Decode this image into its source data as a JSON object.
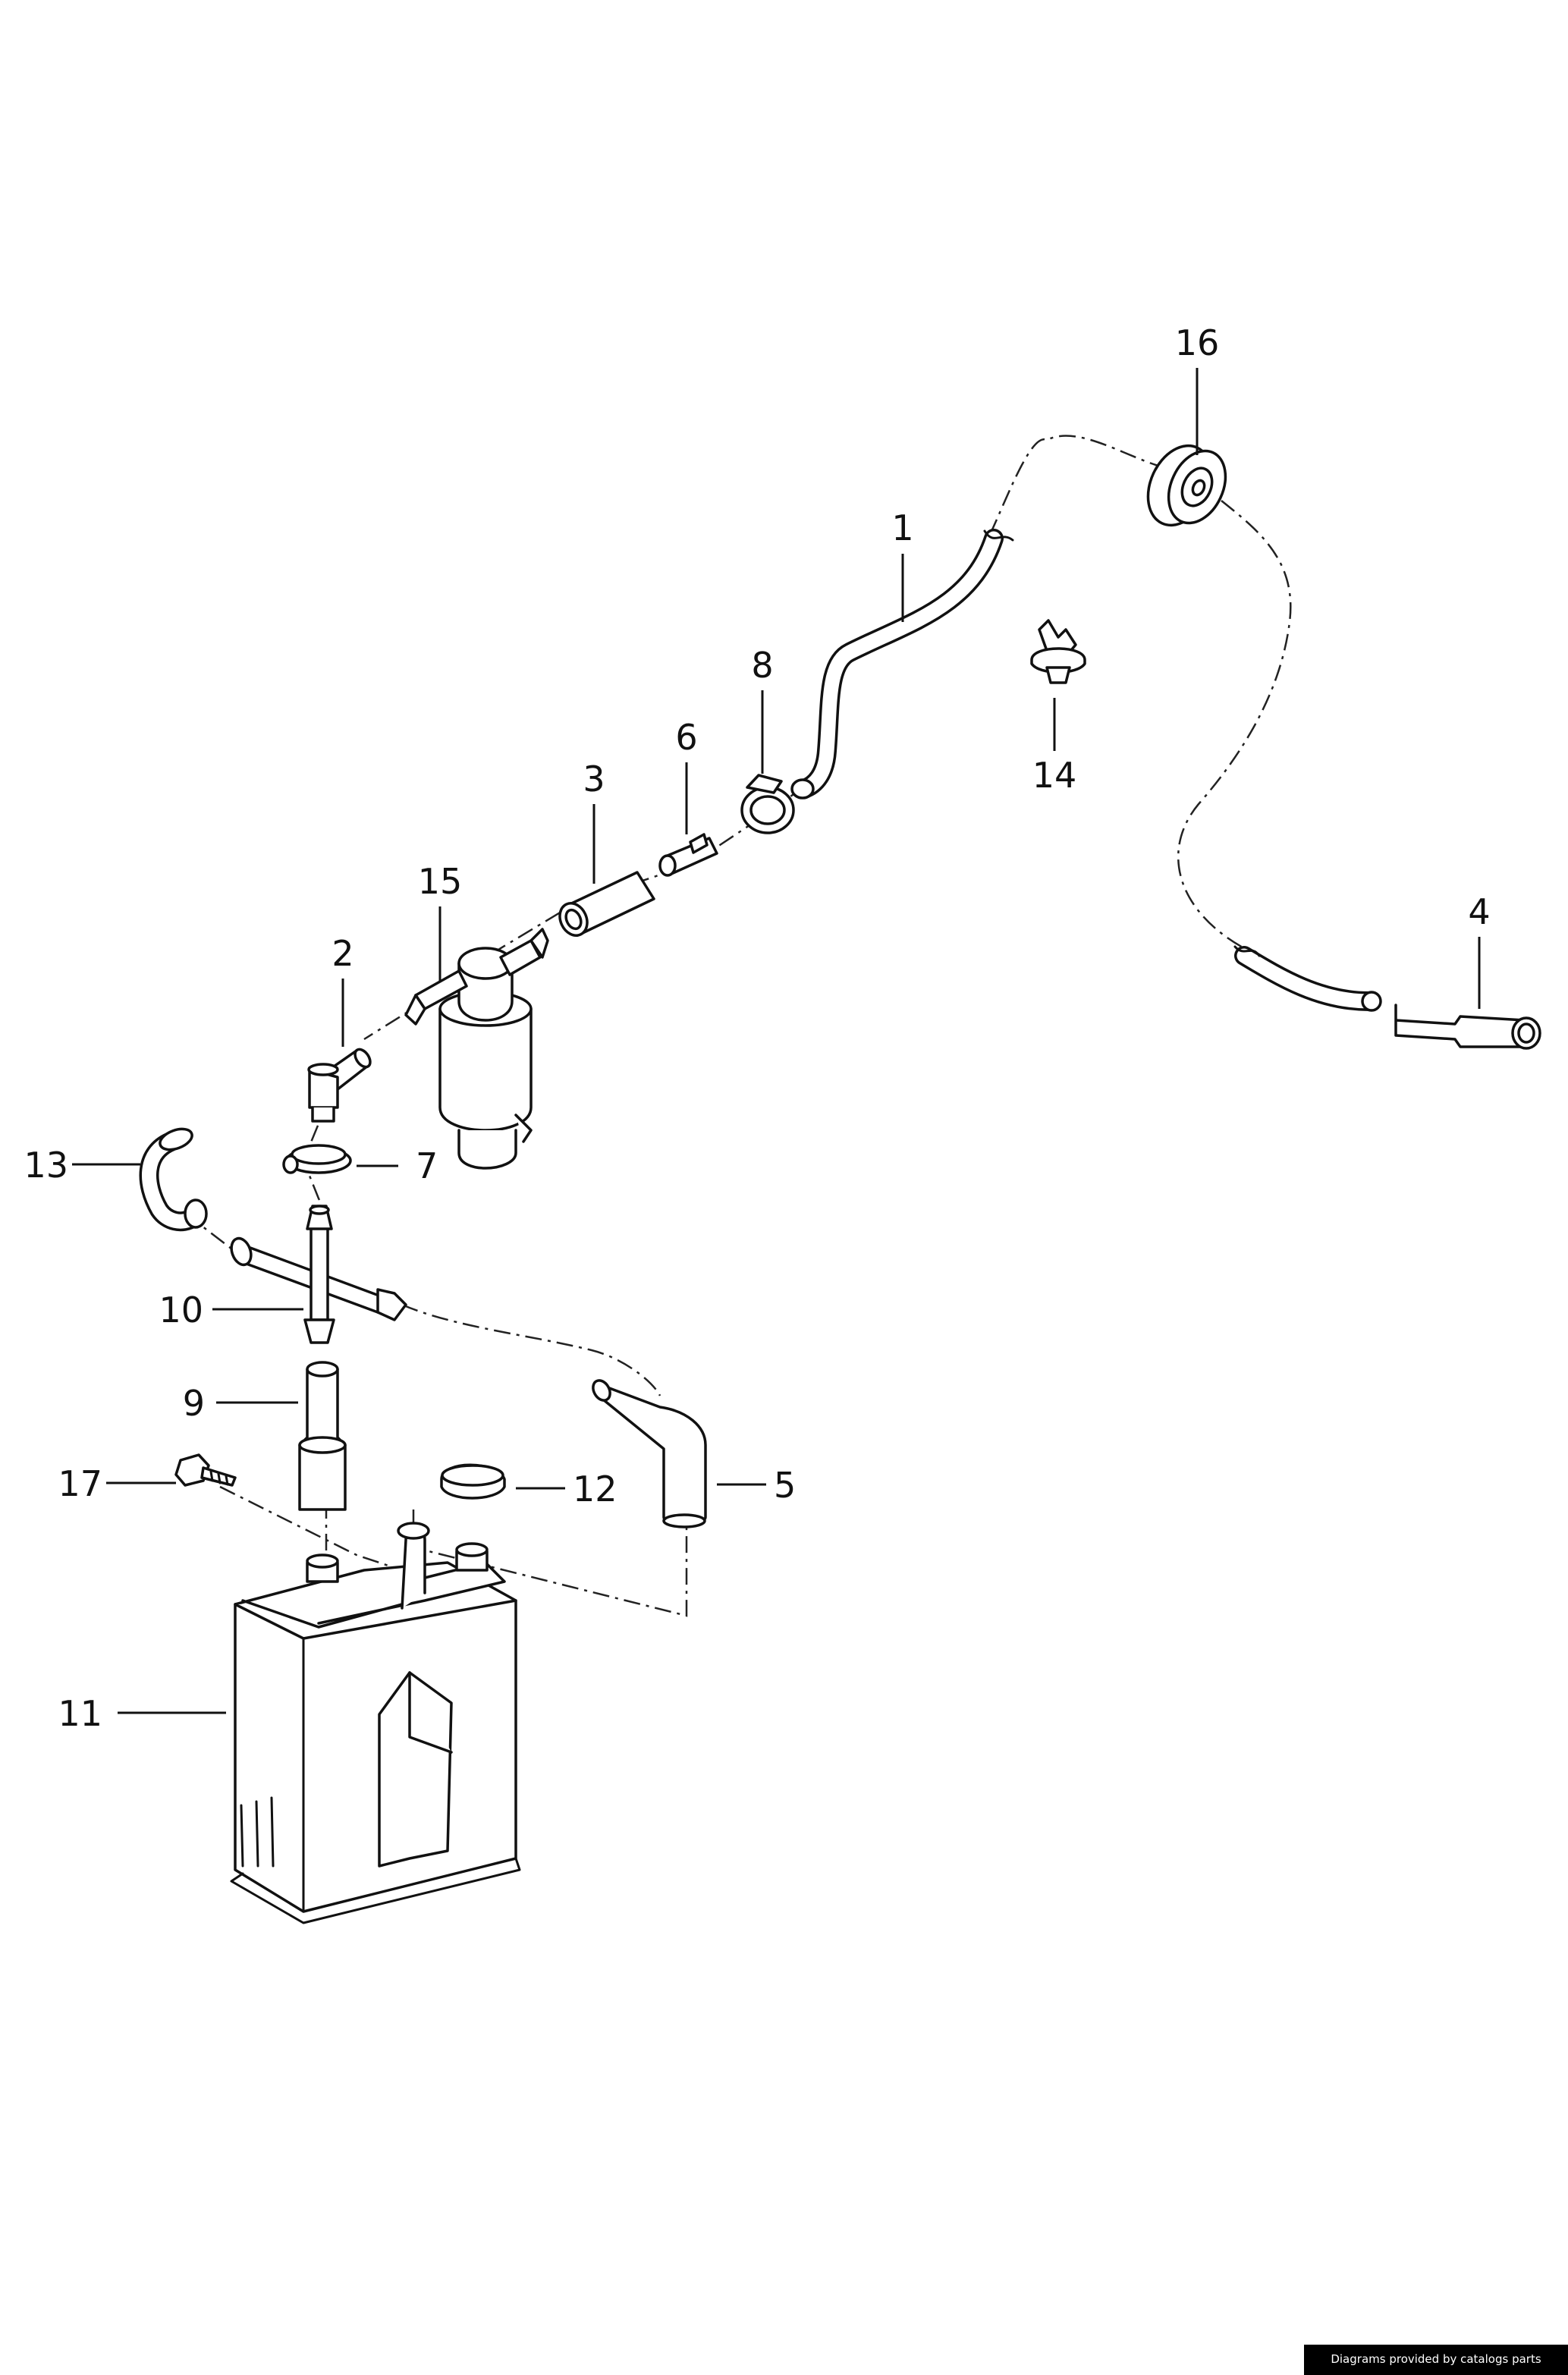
{
  "diagram": {
    "callouts": {
      "p1": "1",
      "p2": "2",
      "p3": "3",
      "p4": "4",
      "p5": "5",
      "p6": "6",
      "p7": "7",
      "p8": "8",
      "p9": "9",
      "p10": "10",
      "p11": "11",
      "p12": "12",
      "p13": "13",
      "p14": "14",
      "p15": "15",
      "p16": "16",
      "p17": "17"
    }
  },
  "footer": {
    "credit": "Diagrams provided by catalogs parts"
  }
}
